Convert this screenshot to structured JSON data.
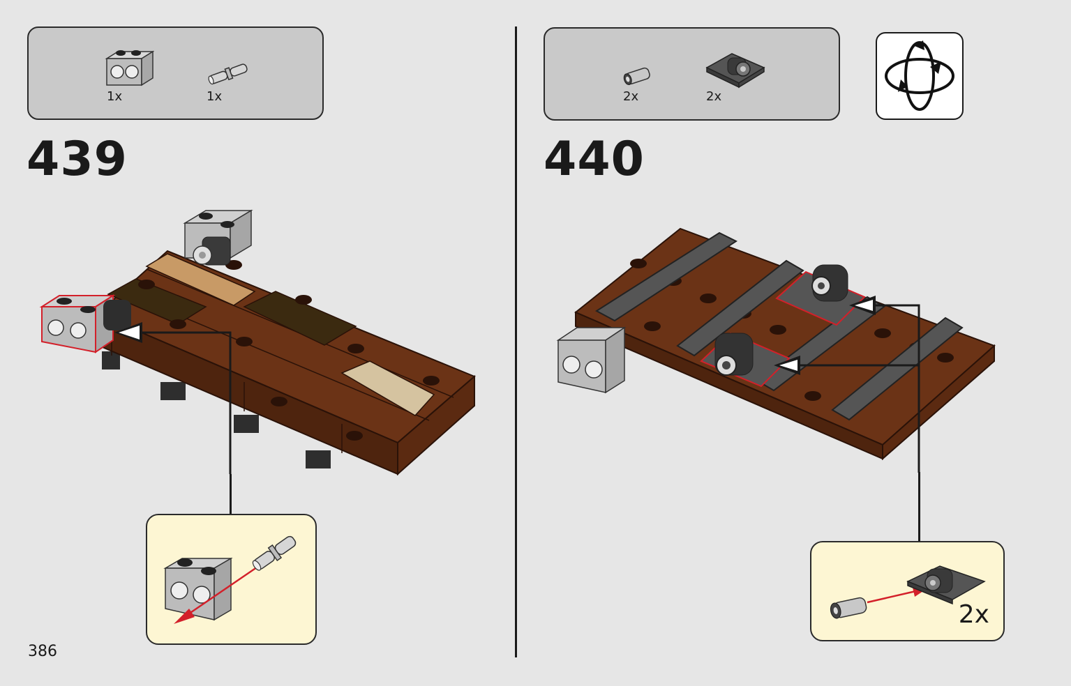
{
  "page_number": "386",
  "steps": [
    {
      "number": "439",
      "parts": [
        {
          "icon": "technic-brick-1x2-light-gray-icon",
          "quantity": "1x"
        },
        {
          "icon": "technic-pin-light-gray-icon",
          "quantity": "1x"
        }
      ],
      "callout": {
        "quantity": ""
      }
    },
    {
      "number": "440",
      "parts": [
        {
          "icon": "technic-pin-connector-gray-icon",
          "quantity": "2x"
        },
        {
          "icon": "plate-with-pin-hole-dark-gray-icon",
          "quantity": "2x"
        }
      ],
      "callout": {
        "quantity": "2x"
      }
    }
  ],
  "rotate_model_icon": "rotate-model-icon",
  "colors": {
    "background": "#e6e6e6",
    "parts_box": "#c9c9c9",
    "callout": "#fdf6d3",
    "brown": "#6b3316",
    "highlight": "#d3202a"
  }
}
